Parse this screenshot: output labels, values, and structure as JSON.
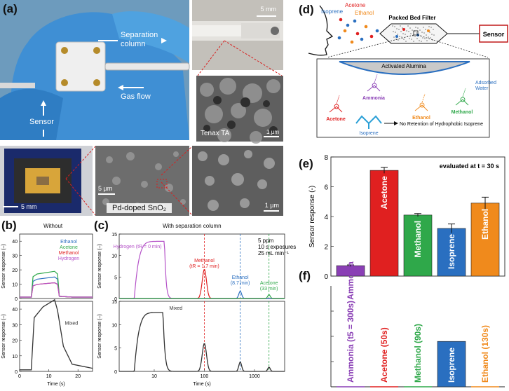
{
  "panels": {
    "a": {
      "letter": "(a)",
      "separation_column": "Separation\ncolumn",
      "gas_flow": "Gas flow",
      "sensor": "Sensor",
      "scale_photo_top_right": "5 mm",
      "tenax_label": "Tenax TA",
      "scale_tenax": "1 µm",
      "scale_chip": "5 mm",
      "scale_sem_mid": "5 µm",
      "scale_sem_right": "1 µm",
      "pd_label": "Pd-doped SnO₂"
    },
    "b": {
      "letter": "(b)",
      "title": "Without"
    },
    "c": {
      "letter": "(c)",
      "title": "With separation column"
    },
    "d": {
      "letter": "(d)",
      "gases_top": [
        "Acetone",
        "Isoprene",
        "Ethanol"
      ],
      "packed_bed": "Packed Bed Filter",
      "sensor": "Sensor",
      "alumina": "Activated Alumina",
      "adsorbed_water": "Adsorbed\nWater",
      "molecules": [
        "Acetone",
        "Ammonia",
        "Ethanol",
        "Methanol",
        "Isoprene"
      ],
      "no_retention": "No Retention of Hydrophobic Isoprene"
    },
    "e": {
      "letter": "(e)",
      "annotation": "evaluated at t = 30 s"
    },
    "f": {
      "letter": "(f)"
    }
  },
  "colors": {
    "ammonia": "#8a3fb5",
    "acetone": "#e02020",
    "methanol": "#2fa84a",
    "isoprene": "#2a6fc0",
    "ethanol": "#f08a1c",
    "hydrogen": "#b553c8",
    "glove": "#4a98d6"
  },
  "chart_data": [
    {
      "id": "b-top",
      "type": "line",
      "title": "Without",
      "ylabel": "Sensor response (–)",
      "xlabel": "",
      "x_range": [
        0,
        25
      ],
      "ylim": [
        0,
        45
      ],
      "yticks": [
        0,
        10,
        20,
        30,
        40
      ],
      "legend": [
        "Ethanol",
        "Acetone",
        "Methanol",
        "Hydrogen"
      ],
      "series": [
        {
          "name": "Ethanol",
          "peak": 15
        },
        {
          "name": "Acetone",
          "peak": 19
        },
        {
          "name": "Methanol",
          "peak": 11
        },
        {
          "name": "Hydrogen",
          "peak": 11
        }
      ]
    },
    {
      "id": "b-bottom",
      "type": "line",
      "ylabel": "Sensor response (–)",
      "xlabel": "Time (s)",
      "x_range": [
        0,
        25
      ],
      "xticks": [
        0,
        10,
        20
      ],
      "ylim": [
        0,
        45
      ],
      "yticks": [
        0,
        10,
        20,
        30,
        40
      ],
      "annotation": "Mixed",
      "series": [
        {
          "peak": 46
        }
      ]
    },
    {
      "id": "c-top",
      "type": "line",
      "title": "With separation column",
      "ylabel": "Sensor response (–)",
      "xlabel": "",
      "xscale": "log",
      "ylim": [
        0,
        15
      ],
      "yticks": [
        0,
        5,
        10,
        15
      ],
      "info": [
        "5 ppm",
        "10 s exposures",
        "25 mL min⁻¹"
      ],
      "annotations": [
        {
          "text": "Hydrogen (tR = 0 min)",
          "color": "hydrogen"
        },
        {
          "text": "Methanol\n(tR = 1.7 min)",
          "color": "acetone"
        },
        {
          "text": "Ethanol\n(8.7 min)",
          "color": "isoprene"
        },
        {
          "text": "Acetone\n(33 min)",
          "color": "methanol"
        }
      ],
      "series": [
        {
          "name": "Hydrogen",
          "peak": 13.3
        },
        {
          "name": "Methanol",
          "peak": 6.8
        },
        {
          "name": "Ethanol",
          "peak": 1.7
        },
        {
          "name": "Acetone",
          "peak": 0.9
        }
      ]
    },
    {
      "id": "c-bottom",
      "type": "line",
      "ylabel": "Sensor response (–)",
      "xlabel": "Time (s)",
      "xscale": "log",
      "xticks": [
        10,
        100,
        1000
      ],
      "ylim": [
        0,
        15
      ],
      "yticks": [
        0,
        5,
        10,
        15
      ],
      "annotation": "Mixed",
      "series": [
        {
          "peaks": [
            12.6,
            6.0,
            2.0,
            0.9
          ]
        }
      ]
    },
    {
      "id": "e",
      "type": "bar",
      "ylabel": "Sensor response (-)",
      "ylim": [
        0,
        8
      ],
      "yticks": [
        0,
        2,
        4,
        6,
        8
      ],
      "categories": [
        "Ammonia",
        "Acetone",
        "Methanol",
        "Isoprene",
        "Ethanol"
      ],
      "values": [
        0.7,
        7.1,
        4.1,
        3.2,
        4.9
      ],
      "errors": [
        0.05,
        0.2,
        0.1,
        0.3,
        0.4
      ]
    },
    {
      "id": "f",
      "type": "bar",
      "categories": [
        "Ammonia (t5 = 300s)",
        "Acetone (50s)",
        "Methanol (90s)",
        "Isoprene",
        "Ethanol (130s)"
      ],
      "values": [
        0,
        0,
        0,
        0.45,
        0
      ]
    }
  ]
}
